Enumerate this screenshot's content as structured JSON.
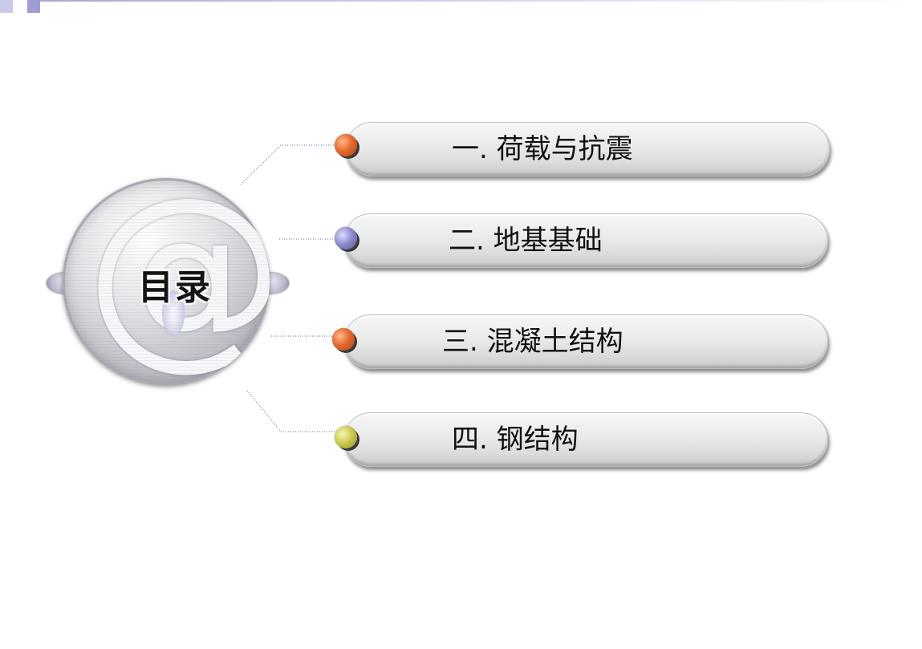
{
  "toc": {
    "title": "目录",
    "items": [
      {
        "label": "一.  荷载与抗震",
        "dot_color": "#e05a1e"
      },
      {
        "label": "二.  地基基础",
        "dot_color": "#8784c6"
      },
      {
        "label": "三.  混凝土结构",
        "dot_color": "#e05a1e"
      },
      {
        "label": "四.  钢结构",
        "dot_color": "#c4c246"
      }
    ]
  },
  "colors": {
    "accent_square_light": "#c9c9e8",
    "accent_square_dark": "#9e9ed6",
    "connector": "#5a6a9a"
  },
  "icons": {
    "emblem": "at-sign-icon"
  }
}
